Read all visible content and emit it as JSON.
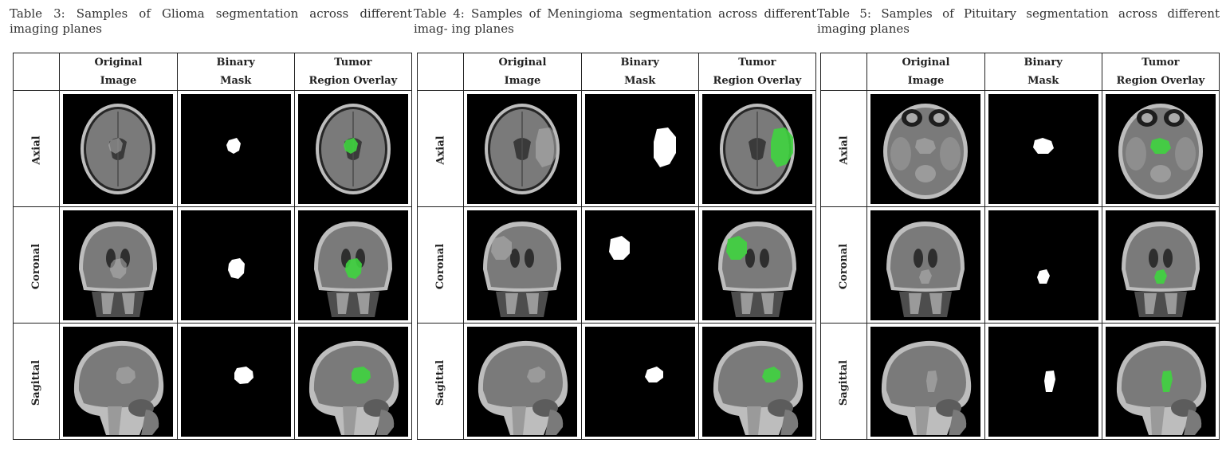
{
  "tables": [
    {
      "caption": "Table 3: Samples of Glioma segmentation across different imaging planes",
      "headers": [
        "Original|Image",
        "Binary|Mask",
        "Tumor|Region Overlay"
      ],
      "rows": [
        "Axial",
        "Coronal",
        "Sagittal"
      ]
    },
    {
      "caption": "Table 4: Samples of Meningioma segmentation across different imag- ing planes",
      "headers": [
        "Original|Image",
        "Binary|Mask",
        "Tumor|Region Overlay"
      ],
      "rows": [
        "Axial",
        "Coronal",
        "Sagittal"
      ]
    },
    {
      "caption": "Table 5: Samples of Pituitary segmentation across different imaging planes",
      "headers": [
        "Original|Image",
        "Binary|Mask",
        "Tumor|Region Overlay"
      ],
      "rows": [
        "Axial",
        "Coronal",
        "Sagittal"
      ]
    }
  ],
  "colors": {
    "background": "#000000",
    "mask": "#ffffff",
    "overlay": "#3fd43f",
    "brain_tissue": "#7a7a7a",
    "skull": "#cfcfcf"
  }
}
